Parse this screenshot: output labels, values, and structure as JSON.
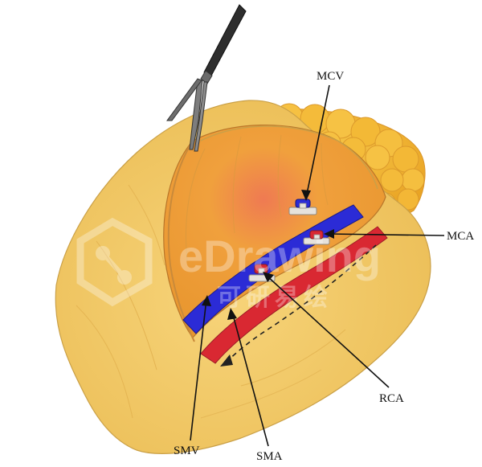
{
  "labels": {
    "mcv": "MCV",
    "mca": "MCA",
    "rca": "RCA",
    "smv": "SMV",
    "sma": "SMA"
  },
  "watermark": {
    "brand": "eDrawing",
    "subtitle": "可研易绘"
  },
  "colors": {
    "mesentery": "#f4c968",
    "mesentery_edge": "#caa047",
    "cavity": "#f0a53a",
    "fat": "#f2b431",
    "vein": "#2b2bd6",
    "artery": "#d92832",
    "clip": "#e6e2dc",
    "instrument": "#3a3a3a"
  },
  "icons": {
    "forceps": "laparoscopic-grasper-icon",
    "logo": "edrawing-logo-icon"
  }
}
